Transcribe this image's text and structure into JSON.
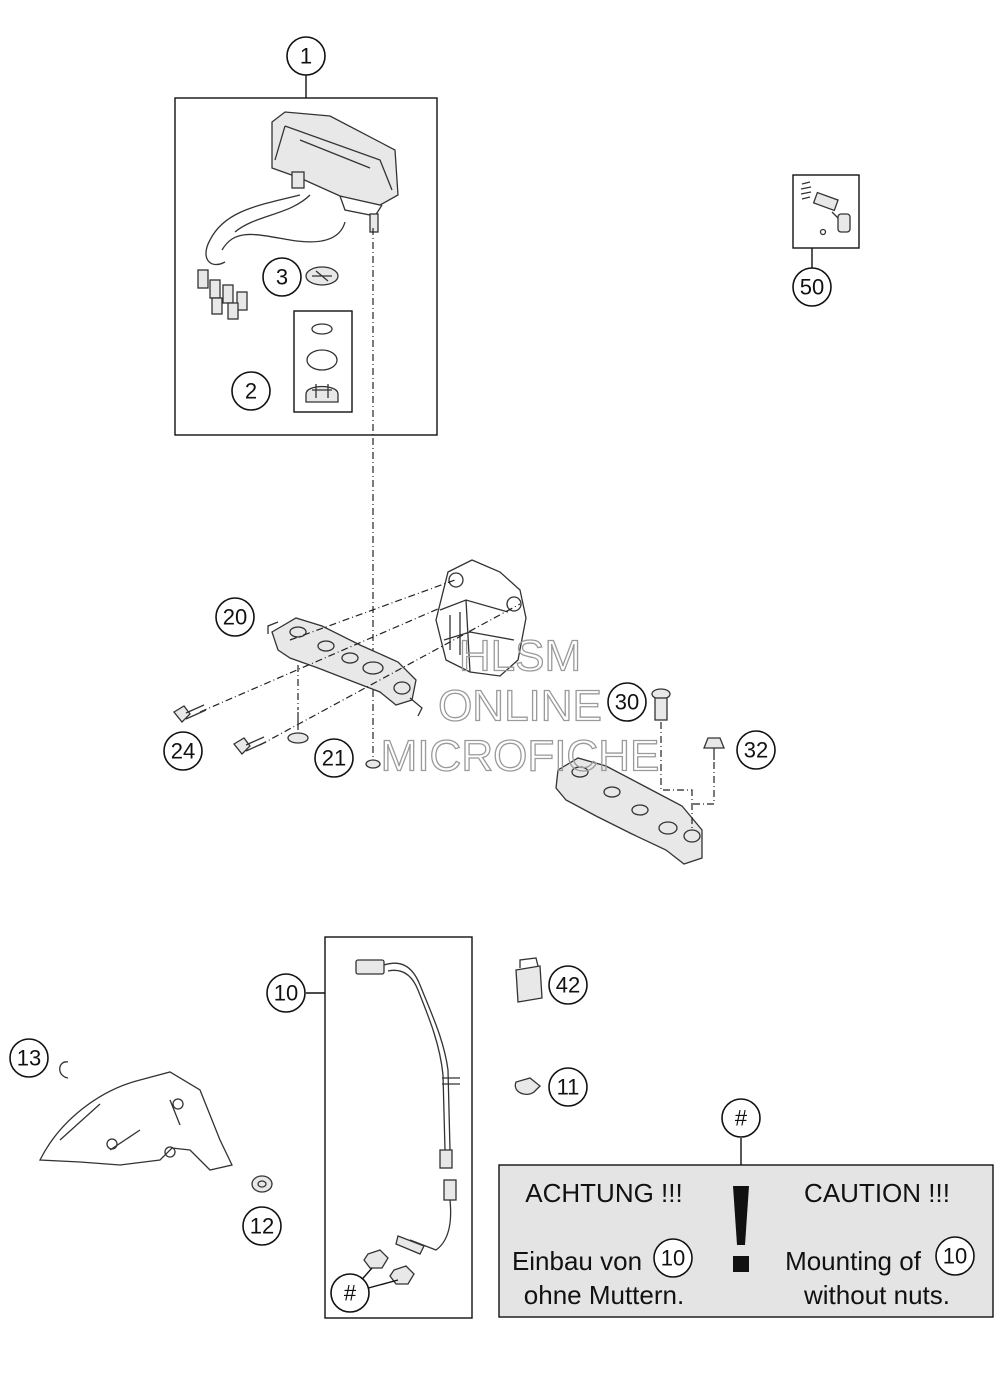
{
  "callouts": {
    "c1": "1",
    "c2": "2",
    "c3": "3",
    "c50": "50",
    "c20": "20",
    "c24": "24",
    "c21": "21",
    "c30": "30",
    "c32": "32",
    "c10": "10",
    "c42": "42",
    "c11": "11",
    "c13": "13",
    "c12": "12",
    "hash_top": "#",
    "hash_bottom": "#"
  },
  "watermark": {
    "line1": "HLSM",
    "line2": "ONLINE",
    "line3": "MICROFICHE"
  },
  "note": {
    "de_title": "ACHTUNG !!!",
    "en_title": "CAUTION !!!",
    "de_line1": "Einbau von",
    "de_ref": "10",
    "de_line2": "ohne Muttern.",
    "en_line1": "Mounting of",
    "en_ref": "10",
    "en_line2": "without nuts.",
    "exclamation": "!"
  },
  "colors": {
    "note_background": "#e4e4e4",
    "line": "#111111",
    "watermark": "#9a9a9a"
  }
}
